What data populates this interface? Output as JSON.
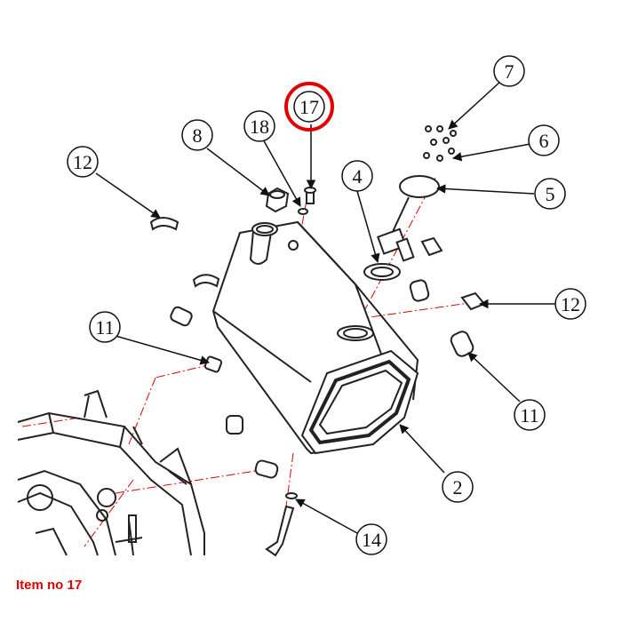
{
  "callouts": {
    "c2": "2",
    "c4": "4",
    "c5": "5",
    "c6": "6",
    "c7": "7",
    "c8": "8",
    "c11a": "11",
    "c11b": "11",
    "c12a": "12",
    "c12b": "12",
    "c14": "14",
    "c17": "17",
    "c18": "18"
  },
  "highlight": {
    "item": "17",
    "color": "#e00000"
  },
  "caption": "Item no 17",
  "colors": {
    "leader": "#111111",
    "centerline": "#e00000",
    "part": "#222222"
  }
}
